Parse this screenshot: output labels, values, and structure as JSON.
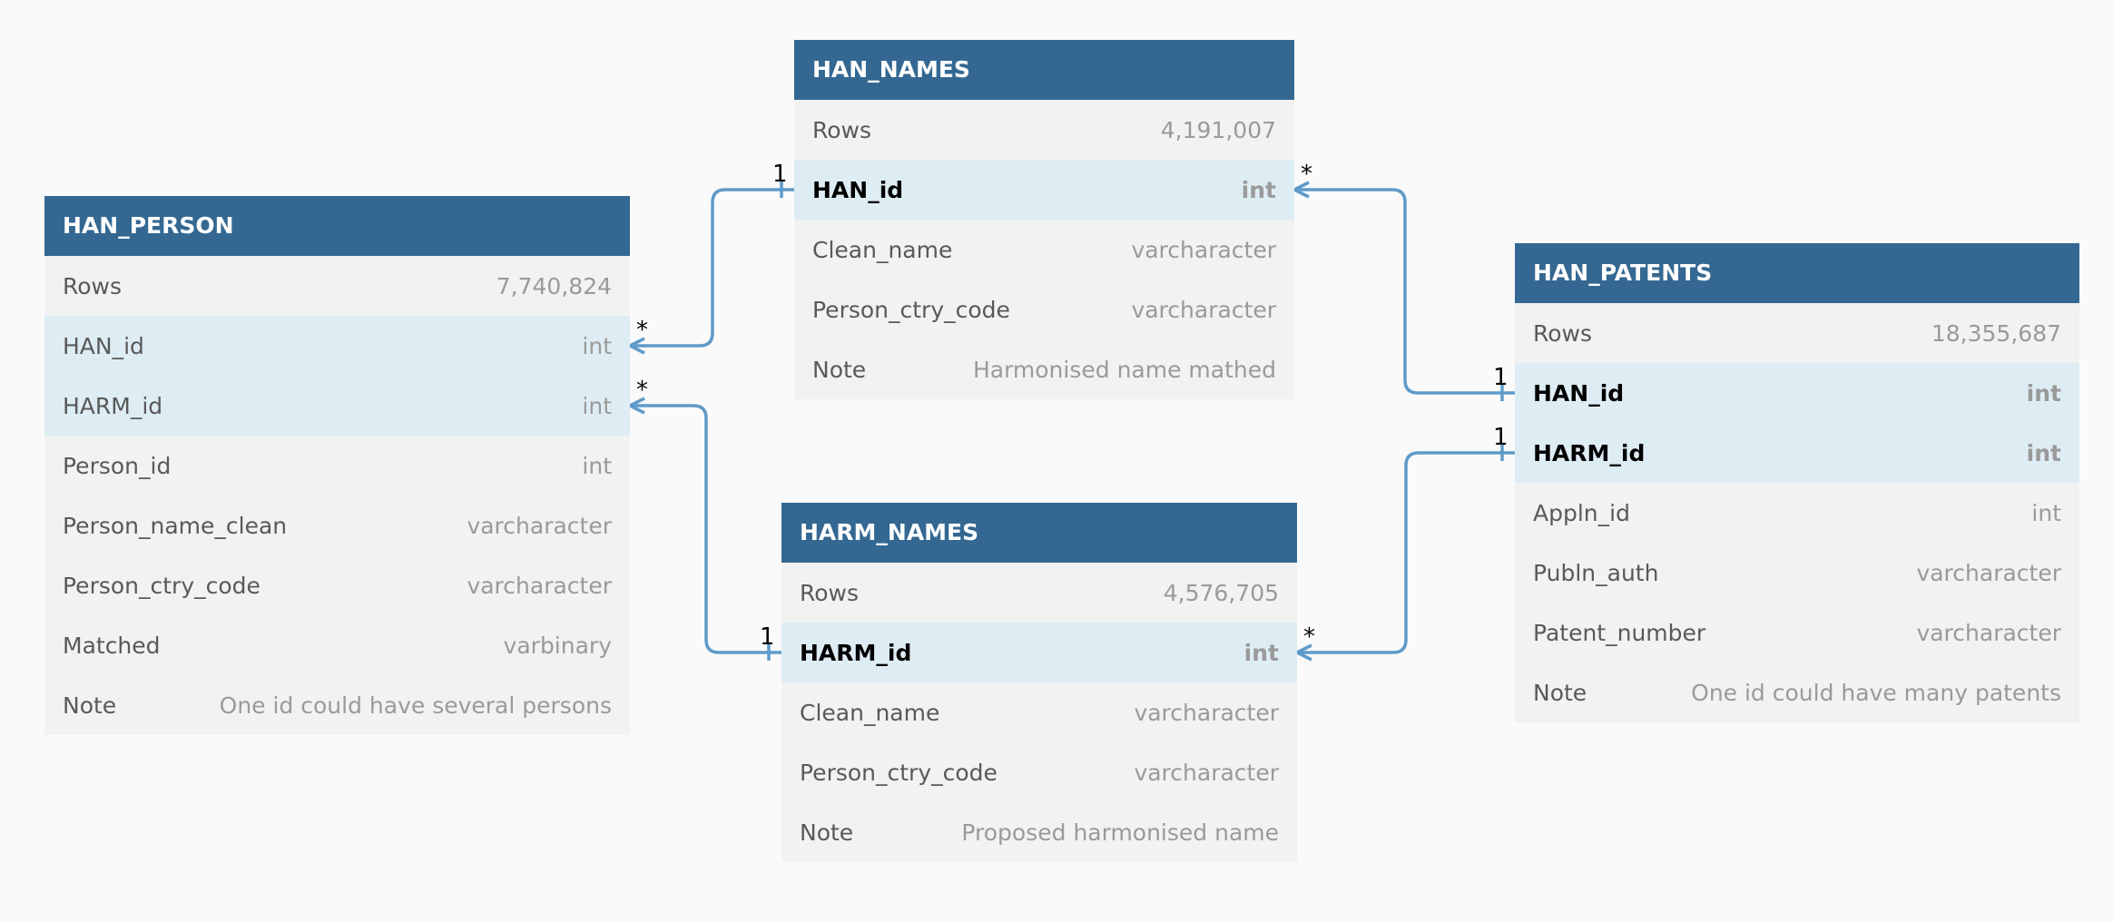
{
  "colors": {
    "background": "#fafafa",
    "header": "#346892",
    "row": "#f2f2f2",
    "key_row": "#deedf4",
    "connector": "#5f9bc9"
  },
  "tables": {
    "han_person": {
      "title": "HAN_PERSON",
      "rows": [
        {
          "name": "Rows",
          "type": "7,740,824",
          "key": false,
          "bold": false
        },
        {
          "name": "HAN_id",
          "type": "int",
          "key": true,
          "bold": false
        },
        {
          "name": "HARM_id",
          "type": "int",
          "key": true,
          "bold": false
        },
        {
          "name": "Person_id",
          "type": "int",
          "key": false,
          "bold": false
        },
        {
          "name": "Person_name_clean",
          "type": "varcharacter",
          "key": false,
          "bold": false
        },
        {
          "name": "Person_ctry_code",
          "type": "varcharacter",
          "key": false,
          "bold": false
        },
        {
          "name": "Matched",
          "type": "varbinary",
          "key": false,
          "bold": false
        },
        {
          "name": "Note",
          "type": "One id could have several persons",
          "key": false,
          "bold": false
        }
      ]
    },
    "han_names": {
      "title": "HAN_NAMES",
      "rows": [
        {
          "name": "Rows",
          "type": "4,191,007",
          "key": false,
          "bold": false
        },
        {
          "name": "HAN_id",
          "type": "int",
          "key": true,
          "bold": true
        },
        {
          "name": "Clean_name",
          "type": "varcharacter",
          "key": false,
          "bold": false
        },
        {
          "name": "Person_ctry_code",
          "type": "varcharacter",
          "key": false,
          "bold": false
        },
        {
          "name": "Note",
          "type": "Harmonised name mathed",
          "key": false,
          "bold": false
        }
      ]
    },
    "harm_names": {
      "title": "HARM_NAMES",
      "rows": [
        {
          "name": "Rows",
          "type": "4,576,705",
          "key": false,
          "bold": false
        },
        {
          "name": "HARM_id",
          "type": "int",
          "key": true,
          "bold": true
        },
        {
          "name": "Clean_name",
          "type": "varcharacter",
          "key": false,
          "bold": false
        },
        {
          "name": "Person_ctry_code",
          "type": "varcharacter",
          "key": false,
          "bold": false
        },
        {
          "name": "Note",
          "type": "Proposed harmonised name",
          "key": false,
          "bold": false
        }
      ]
    },
    "han_patents": {
      "title": "HAN_PATENTS",
      "rows": [
        {
          "name": "Rows",
          "type": "18,355,687",
          "key": false,
          "bold": false
        },
        {
          "name": "HAN_id",
          "type": "int",
          "key": true,
          "bold": true
        },
        {
          "name": "HARM_id",
          "type": "int",
          "key": true,
          "bold": true
        },
        {
          "name": "Appln_id",
          "type": "int",
          "key": false,
          "bold": false
        },
        {
          "name": "Publn_auth",
          "type": "varcharacter",
          "key": false,
          "bold": false
        },
        {
          "name": "Patent_number",
          "type": "varcharacter",
          "key": false,
          "bold": false
        },
        {
          "name": "Note",
          "type": "One id could have many patents",
          "key": false,
          "bold": false
        }
      ]
    }
  },
  "relationships": [
    {
      "from": "han_person.HAN_id",
      "to": "han_names.HAN_id",
      "from_card": "*",
      "to_card": "1"
    },
    {
      "from": "han_person.HARM_id",
      "to": "harm_names.HARM_id",
      "from_card": "*",
      "to_card": "1"
    },
    {
      "from": "han_names.HAN_id",
      "to": "han_patents.HAN_id",
      "from_card": "*",
      "to_card": "1"
    },
    {
      "from": "harm_names.HARM_id",
      "to": "han_patents.HARM_id",
      "from_card": "*",
      "to_card": "1"
    }
  ]
}
